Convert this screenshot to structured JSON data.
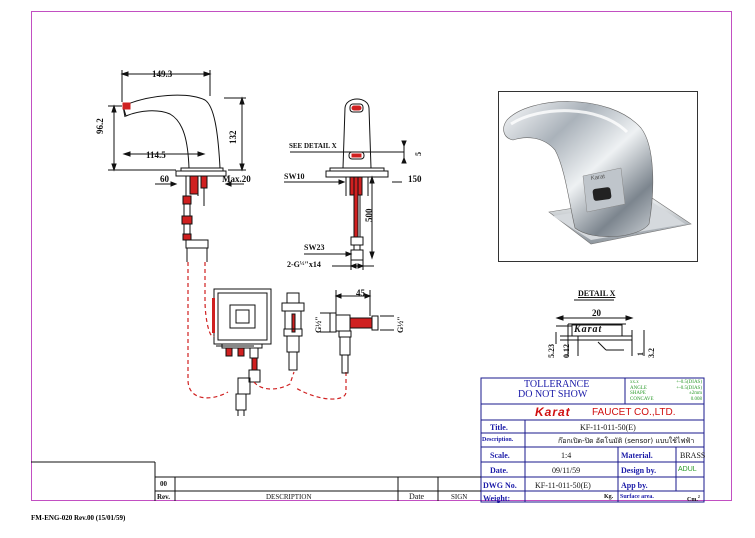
{
  "dims": {
    "width_total": "149.3",
    "height_spout": "96.2",
    "reach": "114.5",
    "height_total": "132",
    "base_dia": "60",
    "max_deck": "Max.20",
    "see_detail": "SEE DETAIL X",
    "dim5": "5",
    "sw10": "SW10",
    "dim150": "150",
    "dim500": "500",
    "sw23": "SW23",
    "thread_prefix": "2-G",
    "thread_suffix": "\"x14",
    "dim45": "45",
    "g12_left": "G½\"",
    "g12_right": "G½\""
  },
  "detail": {
    "title": "DETAIL X",
    "d20": "20",
    "d523": "5.23",
    "d012": "0.12",
    "d1": "1",
    "d32": "3.2",
    "logo": "Karat"
  },
  "tolerance": {
    "line1": "TOLLERANCE",
    "line2": "DO NOT SHOW",
    "rows": [
      {
        "k": "xx.x",
        "v": "+-0.5(DIAS)"
      },
      {
        "k": "ANGLE",
        "v": "+-0.5(DIAS)"
      },
      {
        "k": "SHAPE",
        "v": "±2mm"
      },
      {
        "k": "CONCAVE",
        "v": "0.008"
      }
    ]
  },
  "company": {
    "brand": "Karat",
    "name": "FAUCET CO.,LTD."
  },
  "titleblock": {
    "title_label": "Title.",
    "title_value": "KF-11-011-50(E)",
    "desc_label": "Description.",
    "desc_value": "ก๊อกเปิด-ปิด อัตโนมัติ (sensor) แบบใช้ไฟฟ้า",
    "scale_label": "Scale.",
    "scale_value": "1:4",
    "material_label": "Material.",
    "material_value": "BRASS",
    "date_label": "Date.",
    "date_value": "09/11/59",
    "design_label": "Design by.",
    "design_value": "ADUL",
    "dwg_label": "DWG No.",
    "dwg_value": "KF-11-011-50(E)",
    "app_label": "App by.",
    "weight_label": "Weight:",
    "weight_unit": "Kg.",
    "surface_label": "Surface area.",
    "surface_unit": "Cm."
  },
  "revision": {
    "row_rev": "00",
    "h_rev": "Rev.",
    "h_desc": "DESCRIPTION",
    "h_date": "Date",
    "h_sign": "SIGN"
  },
  "footer": "FM-ENG-020 Rev.00 (15/01/59)"
}
